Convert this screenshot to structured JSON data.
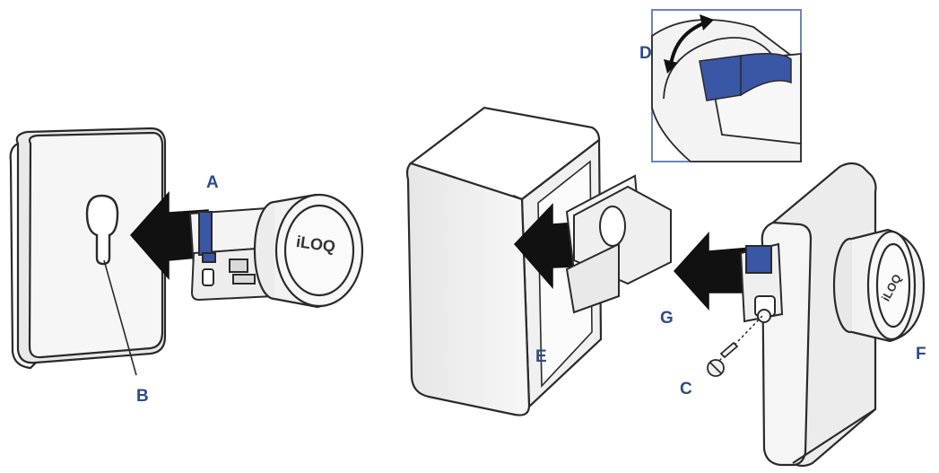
{
  "callouts": {
    "a": "A",
    "b": "B",
    "c": "C",
    "d": "D",
    "e": "E",
    "f": "F",
    "g": "G"
  },
  "brand_mark": "iLOQ",
  "colors": {
    "accent_blue": "#3a57a6",
    "callout_text": "#2d4a8a",
    "outline": "#2a2a2a",
    "part_fill": "#f4f4f4",
    "arrow": "#111111",
    "inset_border": "#6d85b8"
  }
}
